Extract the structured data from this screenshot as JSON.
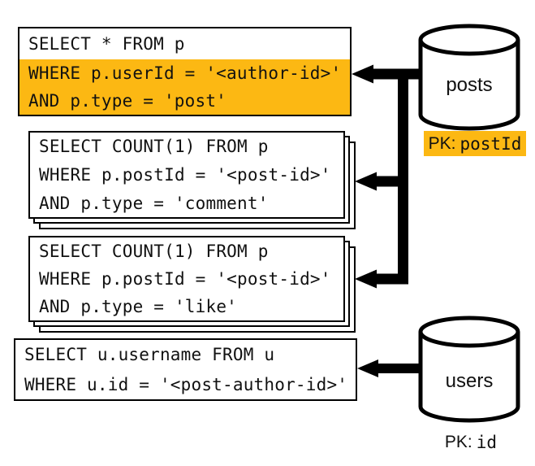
{
  "queries": [
    {
      "name": "posts-query",
      "lines": [
        {
          "text": "SELECT * FROM p",
          "highlighted": false
        },
        {
          "text": "WHERE p.userId = '<author-id>'",
          "highlighted": true
        },
        {
          "text": "AND p.type = 'post'",
          "highlighted": true
        }
      ]
    },
    {
      "name": "comments-count-query",
      "stacked": true,
      "lines": [
        {
          "text": "SELECT COUNT(1) FROM p",
          "highlighted": false
        },
        {
          "text": "WHERE p.postId = '<post-id>'",
          "highlighted": false
        },
        {
          "text": "AND p.type = 'comment'",
          "highlighted": false
        }
      ]
    },
    {
      "name": "likes-count-query",
      "stacked": true,
      "lines": [
        {
          "text": "SELECT COUNT(1) FROM p",
          "highlighted": false
        },
        {
          "text": "WHERE p.postId = '<post-id>'",
          "highlighted": false
        },
        {
          "text": "AND p.type = 'like'",
          "highlighted": false
        }
      ]
    },
    {
      "name": "username-query",
      "lines": [
        {
          "text": "SELECT u.username FROM u",
          "highlighted": false
        },
        {
          "text": "WHERE u.id = '<post-author-id>'",
          "highlighted": false
        }
      ]
    }
  ],
  "databases": [
    {
      "name": "posts",
      "pk_label": "PK:",
      "pk_value": "postId",
      "pk_highlighted": true
    },
    {
      "name": "users",
      "pk_label": "PK:",
      "pk_value": "id",
      "pk_highlighted": false
    }
  ],
  "colors": {
    "highlight": "#FCB813",
    "stroke": "#000000",
    "background": "#FFFFFF"
  }
}
